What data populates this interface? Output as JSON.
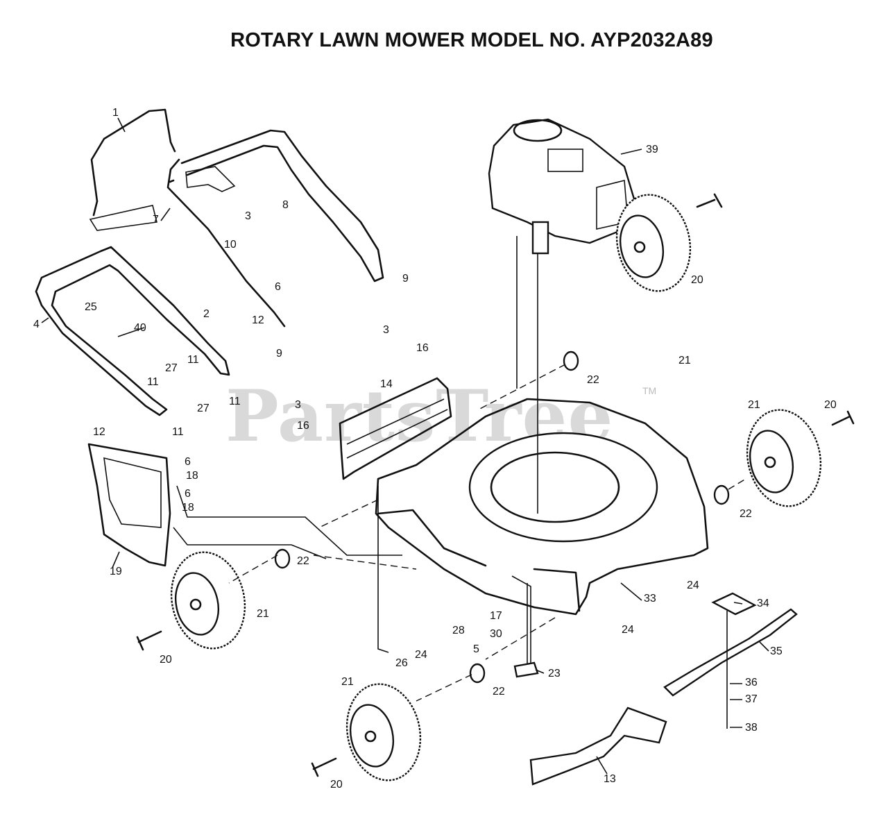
{
  "title": "ROTARY LAWN MOWER MODEL NO. AYP2032A89",
  "watermark": "PartsTree",
  "trademark": "TM",
  "callouts": {
    "c1": "1",
    "c2": "2",
    "c3a": "3",
    "c3b": "3",
    "c3c": "3",
    "c4": "4",
    "c5": "5",
    "c6a": "6",
    "c6b": "6",
    "c6c": "6",
    "c7": "7",
    "c8": "8",
    "c9a": "9",
    "c9b": "9",
    "c10": "10",
    "c11a": "11",
    "c11b": "11",
    "c11c": "11",
    "c11d": "11",
    "c12a": "12",
    "c12b": "12",
    "c13": "13",
    "c14": "14",
    "c16a": "16",
    "c16b": "16",
    "c17": "17",
    "c18a": "18",
    "c18b": "18",
    "c19": "19",
    "c20a": "20",
    "c20b": "20",
    "c20c": "20",
    "c20d": "20",
    "c21a": "21",
    "c21b": "21",
    "c21c": "21",
    "c21d": "21",
    "c22a": "22",
    "c22b": "22",
    "c22c": "22",
    "c22d": "22",
    "c23": "23",
    "c24a": "24",
    "c24b": "24",
    "c24c": "24",
    "c25": "25",
    "c26": "26",
    "c27a": "27",
    "c27b": "27",
    "c28": "28",
    "c30": "30",
    "c33": "33",
    "c34": "34",
    "c35": "35",
    "c36": "36",
    "c37": "37",
    "c38": "38",
    "c39": "39",
    "c40": "40"
  }
}
